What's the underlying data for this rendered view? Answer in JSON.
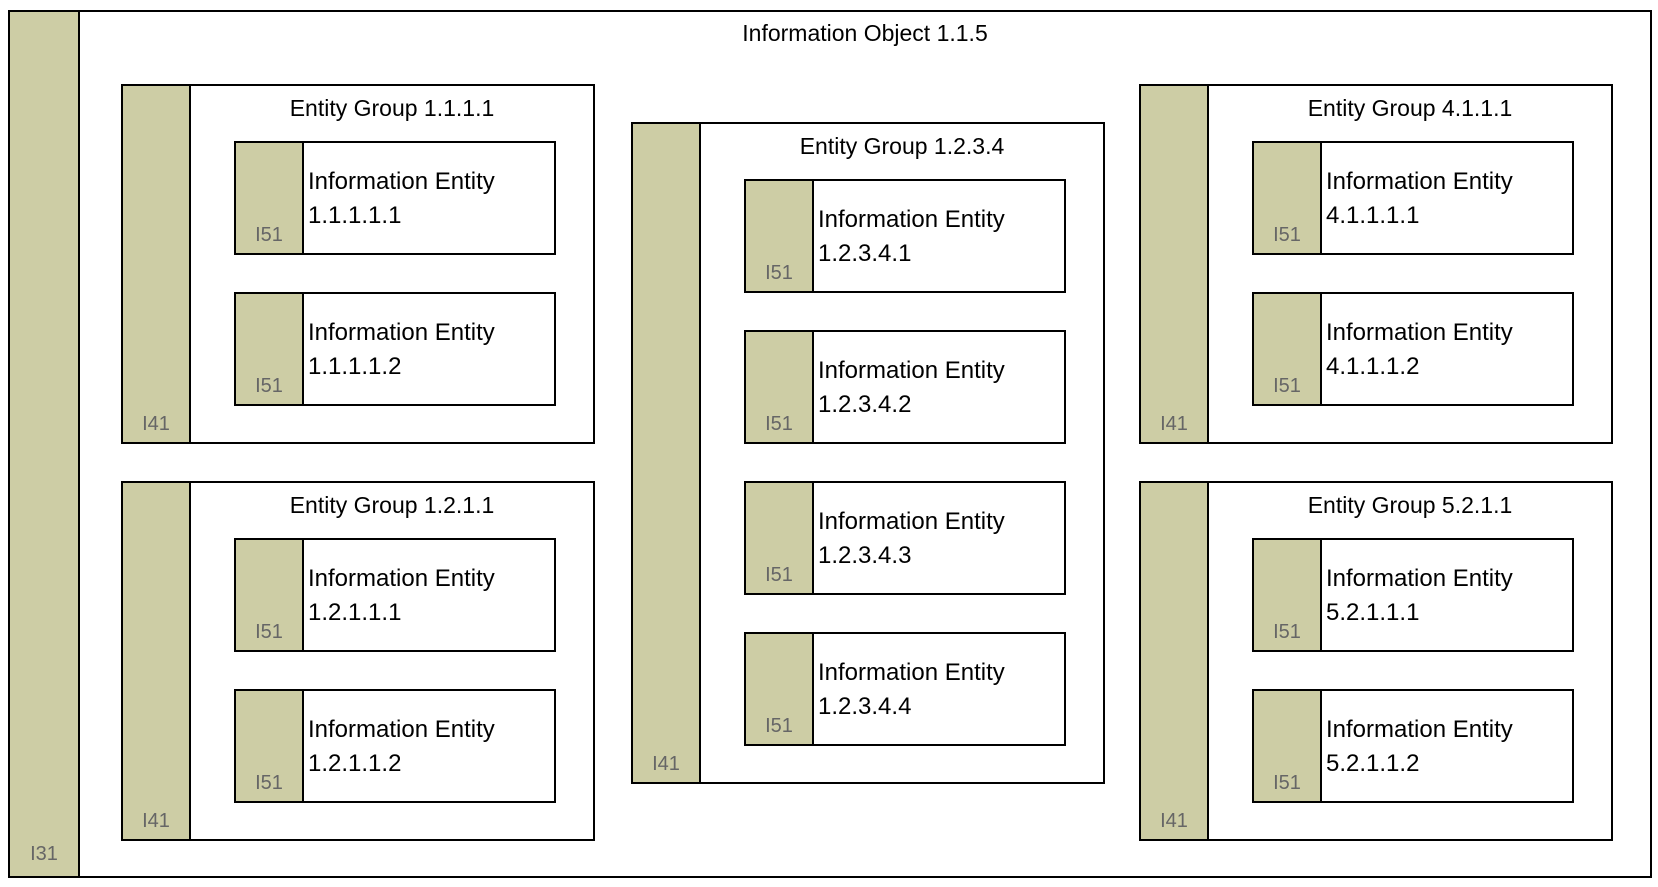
{
  "information_object": {
    "title": "Information Object 1.1.5",
    "tag": "I31",
    "groups": [
      {
        "title": "Entity Group 1.1.1.1",
        "tag": "I41",
        "entities": [
          {
            "title": "Information Entity\n1.1.1.1.1",
            "tag": "I51"
          },
          {
            "title": "Information Entity\n1.1.1.1.2",
            "tag": "I51"
          }
        ]
      },
      {
        "title": "Entity Group 1.2.1.1",
        "tag": "I41",
        "entities": [
          {
            "title": "Information Entity\n1.2.1.1.1",
            "tag": "I51"
          },
          {
            "title": "Information Entity\n1.2.1.1.2",
            "tag": "I51"
          }
        ]
      },
      {
        "title": "Entity Group 1.2.3.4",
        "tag": "I41",
        "entities": [
          {
            "title": "Information Entity\n1.2.3.4.1",
            "tag": "I51"
          },
          {
            "title": "Information Entity\n1.2.3.4.2",
            "tag": "I51"
          },
          {
            "title": "Information Entity\n1.2.3.4.3",
            "tag": "I51"
          },
          {
            "title": "Information Entity\n1.2.3.4.4",
            "tag": "I51"
          }
        ]
      },
      {
        "title": "Entity Group 4.1.1.1",
        "tag": "I41",
        "entities": [
          {
            "title": "Information Entity\n4.1.1.1.1",
            "tag": "I51"
          },
          {
            "title": "Information Entity\n4.1.1.1.2",
            "tag": "I51"
          }
        ]
      },
      {
        "title": "Entity Group 5.2.1.1",
        "tag": "I41",
        "entities": [
          {
            "title": "Information Entity\n5.2.1.1.1",
            "tag": "I51"
          },
          {
            "title": "Information Entity\n5.2.1.1.2",
            "tag": "I51"
          }
        ]
      }
    ]
  }
}
